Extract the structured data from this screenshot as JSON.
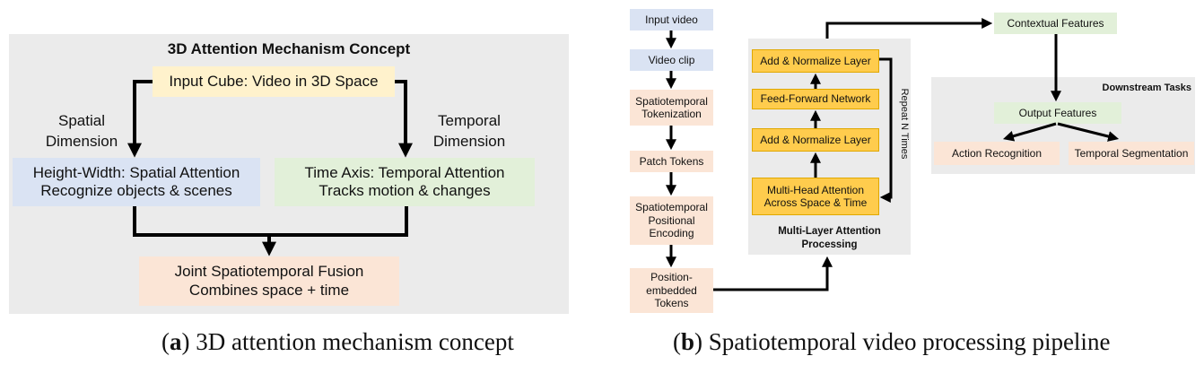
{
  "panel_a": {
    "title": "3D Attention Mechanism Concept",
    "input_cube": "Input Cube: Video in 3D Space",
    "spatial_label": "Spatial\nDimension",
    "temporal_label": "Temporal\nDimension",
    "spatial_box": "Height-Width: Spatial Attention\nRecognize objects & scenes",
    "temporal_box": "Time Axis: Temporal Attention\nTracks motion & changes",
    "fusion_box": "Joint Spatiotemporal Fusion\nCombines space + time",
    "caption_letter": "a",
    "caption_text": ") 3D attention mechanism concept"
  },
  "panel_b": {
    "input_video": "Input video",
    "video_clip": "Video clip",
    "tokenization": "Spatiotemporal\nTokenization",
    "patch_tokens": "Patch Tokens",
    "positional_encoding": "Spatiotemporal\nPositional\nEncoding",
    "position_embedded": "Position-\nembedded\nTokens",
    "add_norm_top": "Add & Normalize Layer",
    "feed_forward": "Feed-Forward Network",
    "add_norm_mid": "Add & Normalize Layer",
    "multi_head": "Multi-Head Attention\nAcross Space & Time",
    "repeat_label": "Repeat N Times",
    "multi_layer_label": "Multi-Layer Attention\nProcessing",
    "contextual_features": "Contextual Features",
    "downstream_title": "Downstream Tasks",
    "output_features": "Output Features",
    "action_recognition": "Action Recognition",
    "temporal_segmentation": "Temporal Segmentation",
    "caption_letter": "b",
    "caption_text": ") Spatiotemporal video processing pipeline"
  },
  "colors": {
    "panel_bg": "#ebebeb",
    "light_yellow": "#fff2cc",
    "light_blue": "#dae3f3",
    "light_green": "#e2f0d9",
    "light_peach": "#fbe5d6",
    "gold": "#ffcc4d"
  }
}
